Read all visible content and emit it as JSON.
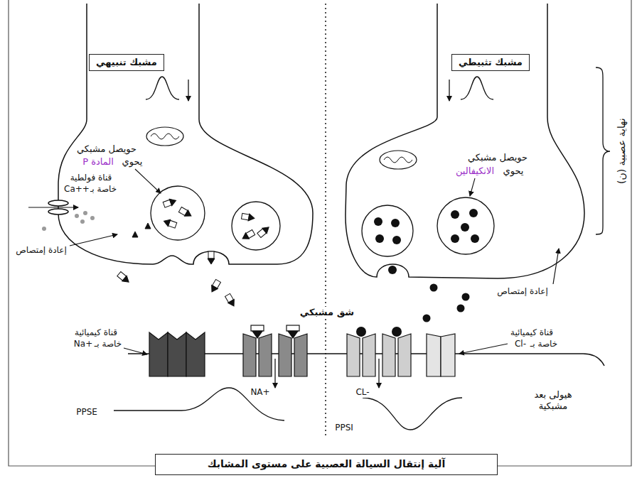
{
  "diagram": {
    "caption": "آلية إنتقال السيالة العصبية على مستوى المشابك",
    "nodes": [
      {
        "text": [
          "مشبك تنبيهي"
        ]
      },
      {
        "text": [
          "مشبك تثبيطي"
        ]
      }
    ],
    "labels": [
      "نهاية عصبية (ن)",
      "حويصل مشبكي",
      "يحوي",
      "المادة P",
      "قناة فولطية",
      "خاصة بـ",
      "Ca++",
      "إعادة إمتصاص",
      "حويصل مشبكي",
      "يحوي",
      "الانكيفالين",
      "إعادة إمتصاص",
      "شق مشبكي",
      "قناة كيميائية",
      "خاصة بـ",
      "Na+",
      "قناة كيميائية",
      "خاصة بـ",
      "Cl-",
      "NA+",
      "CL-",
      "هيولى بعد مشبكية",
      "PPSE",
      "PPSI"
    ]
  }
}
